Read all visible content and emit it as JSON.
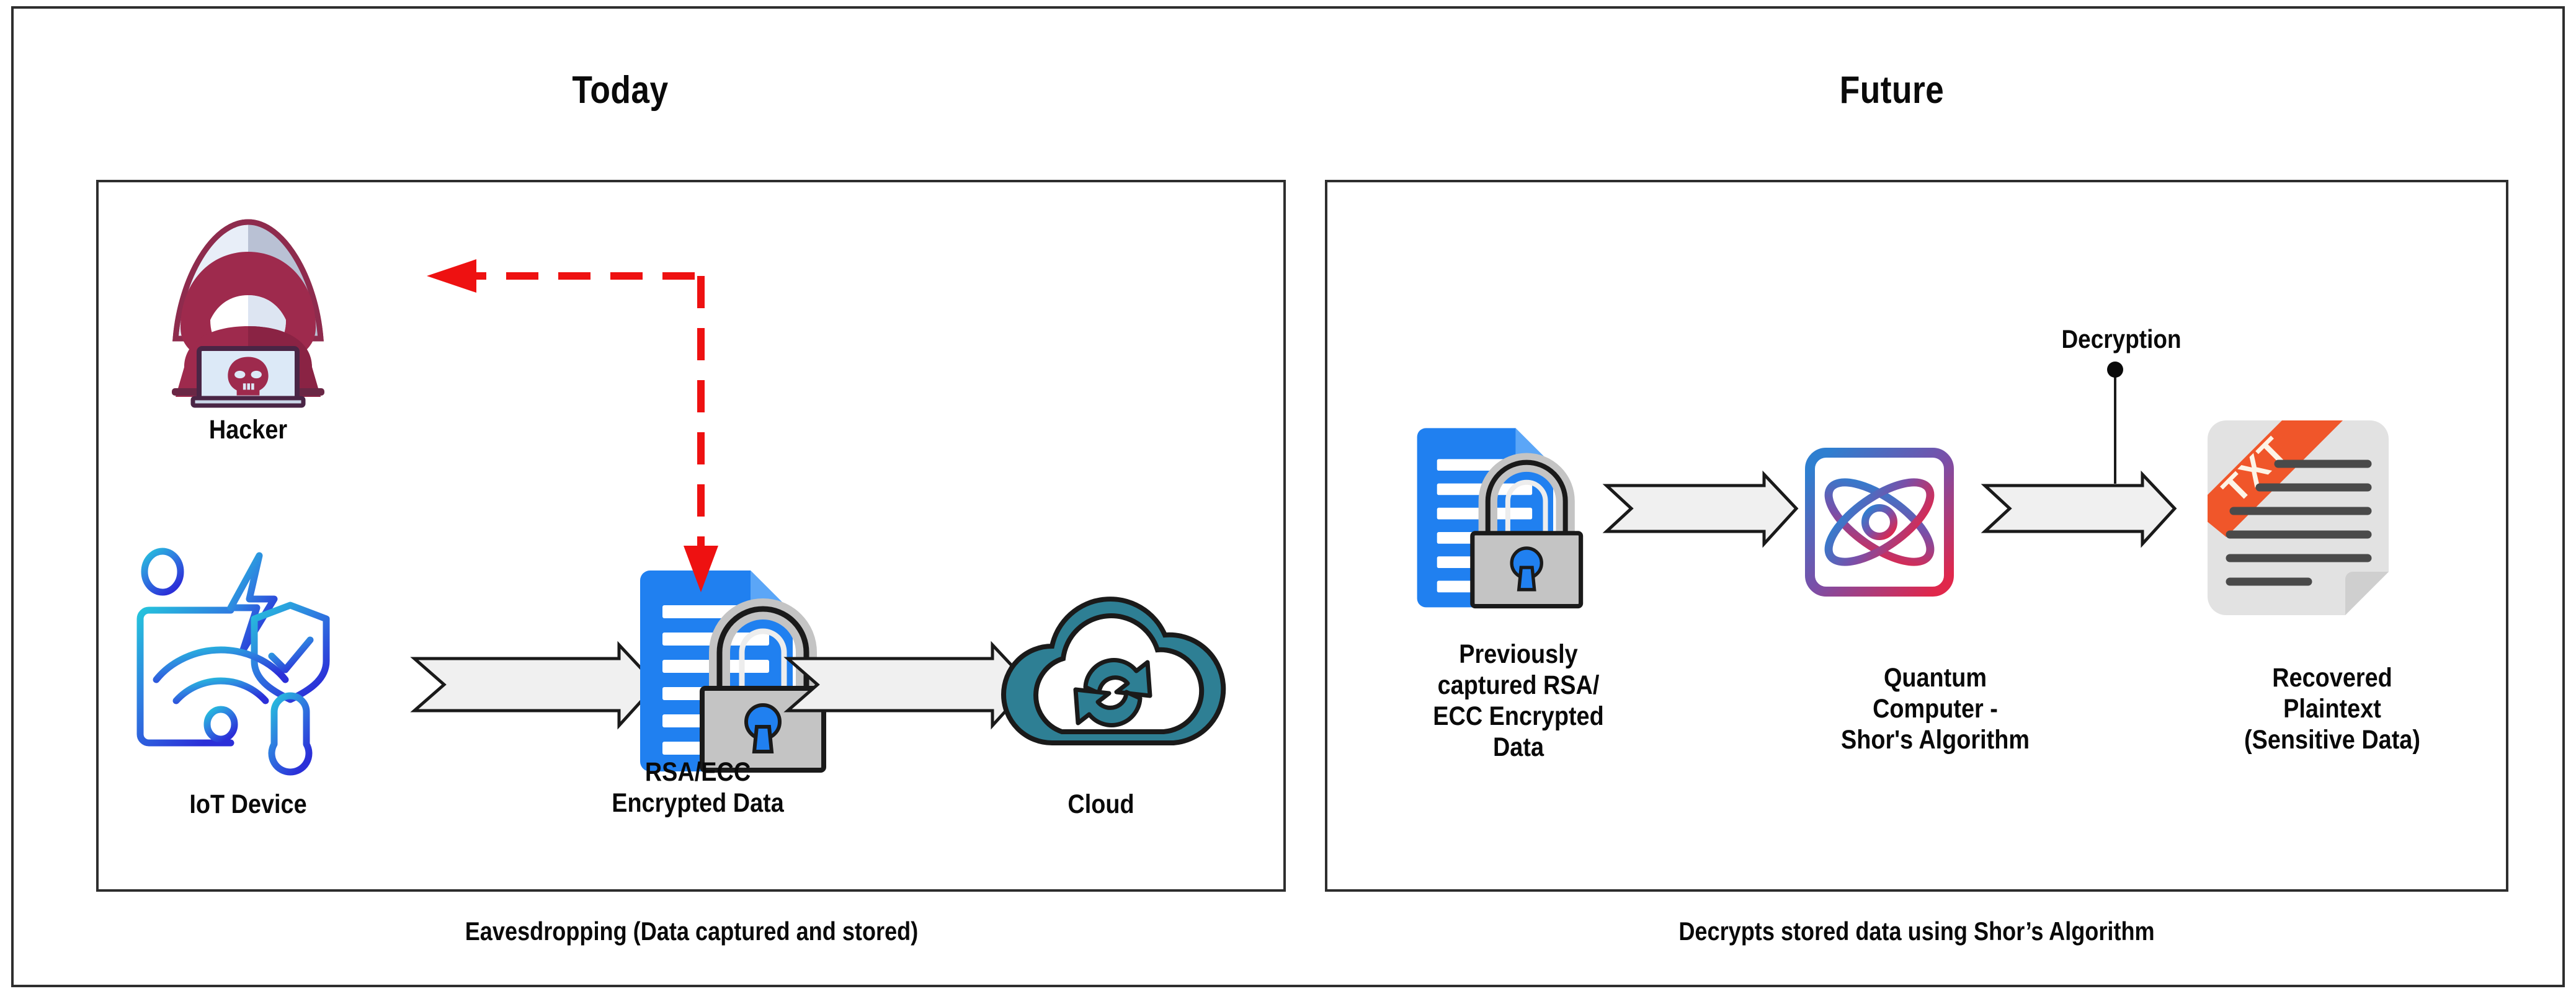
{
  "diagram": {
    "sections": [
      {
        "id": "today",
        "title": "Today",
        "caption": "Eavesdropping (Data captured and stored)",
        "nodes": [
          {
            "id": "hacker",
            "label": "Hacker",
            "icon": "hacker-hoodie-laptop-skull-icon"
          },
          {
            "id": "iot-device",
            "label": "IoT Device",
            "icon": "iot-device-icon"
          },
          {
            "id": "rsa-ecc-encrypted-data",
            "label": "RSA/ECC\nEncrypted Data",
            "label_lines": [
              "RSA/ECC",
              "Encrypted Data"
            ],
            "icon": "locked-document-icon"
          },
          {
            "id": "cloud",
            "label": "Cloud",
            "icon": "cloud-sync-icon"
          }
        ],
        "connections": [
          {
            "id": "iot-to-data",
            "type": "block-arrow",
            "direction": "right"
          },
          {
            "id": "data-to-cloud",
            "type": "block-arrow",
            "direction": "right"
          },
          {
            "id": "eavesdrop-path",
            "type": "dashed-arrow",
            "color": "#ee1111",
            "direction": "bidirectional-elbow"
          }
        ]
      },
      {
        "id": "future",
        "title": "Future",
        "caption": "Decrypts stored data using Shor’s Algorithm",
        "nodes": [
          {
            "id": "previously-captured-data",
            "label_lines": [
              "Previously",
              "captured RSA/",
              "ECC Encrypted",
              "Data"
            ],
            "icon": "locked-document-icon"
          },
          {
            "id": "quantum-computer",
            "label_lines": [
              "Quantum",
              "Computer -",
              "Shor's Algorithm"
            ],
            "icon": "quantum-chip-atom-icon"
          },
          {
            "id": "recovered-plaintext",
            "label_lines": [
              "Recovered",
              "Plaintext",
              "(Sensitive Data)"
            ],
            "icon": "txt-file-icon"
          }
        ],
        "annotations": [
          {
            "id": "decryption-callout",
            "text": "Decryption",
            "target": "arrow-qc-to-plaintext"
          }
        ],
        "connections": [
          {
            "id": "data-to-qc",
            "type": "block-arrow",
            "direction": "right"
          },
          {
            "id": "qc-to-plaintext",
            "type": "block-arrow",
            "direction": "right"
          }
        ]
      }
    ],
    "colors": {
      "frame": "#2e2e2e",
      "text": "#0a0a0a",
      "attack_arrow": "#ee1111",
      "block_arrow_fill": "#f0f0f0",
      "block_arrow_stroke": "#1a1a1a",
      "document_blue": "#2080f0",
      "padlock_gray": "#c4c4c4",
      "cloud_teal": "#2e7f94",
      "hacker_maroon": "#9e2a4d",
      "chip_blue": "#2f7fd0",
      "chip_red": "#e0274b",
      "txt_ribbon_orange": "#f0562a",
      "txt_paper_gray": "#e2e2e2",
      "iot_cyan": "#25c3dc",
      "iot_blue": "#2b37d8"
    }
  }
}
